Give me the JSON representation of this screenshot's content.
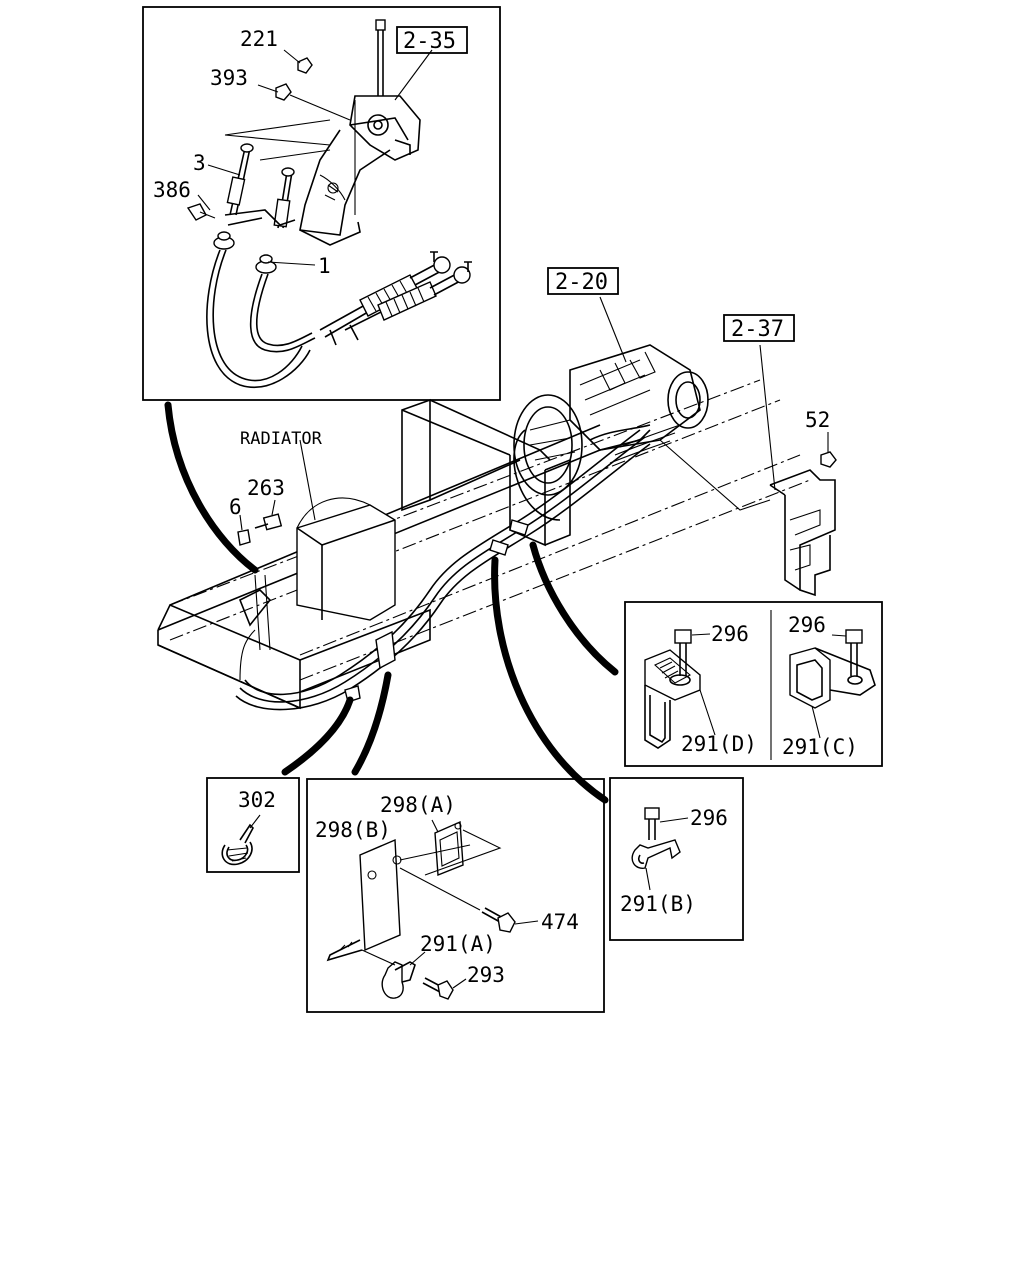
{
  "references": {
    "ref_2_35": "2-35",
    "ref_2_20": "2-20",
    "ref_2_37": "2-37"
  },
  "labels": {
    "radiator": "RADIATOR",
    "p221": "221",
    "p393": "393",
    "p3": "3",
    "p386": "386",
    "p1": "1",
    "p52": "52",
    "p263": "263",
    "p6": "6",
    "p296_d": "296",
    "p291_d": "291(D)",
    "p296_c": "296",
    "p291_c": "291(C)",
    "p302": "302",
    "p298_a": "298(A)",
    "p298_b": "298(B)",
    "p474": "474",
    "p291_a": "291(A)",
    "p293": "293",
    "p296_b": "296",
    "p291_b": "291(B)"
  }
}
